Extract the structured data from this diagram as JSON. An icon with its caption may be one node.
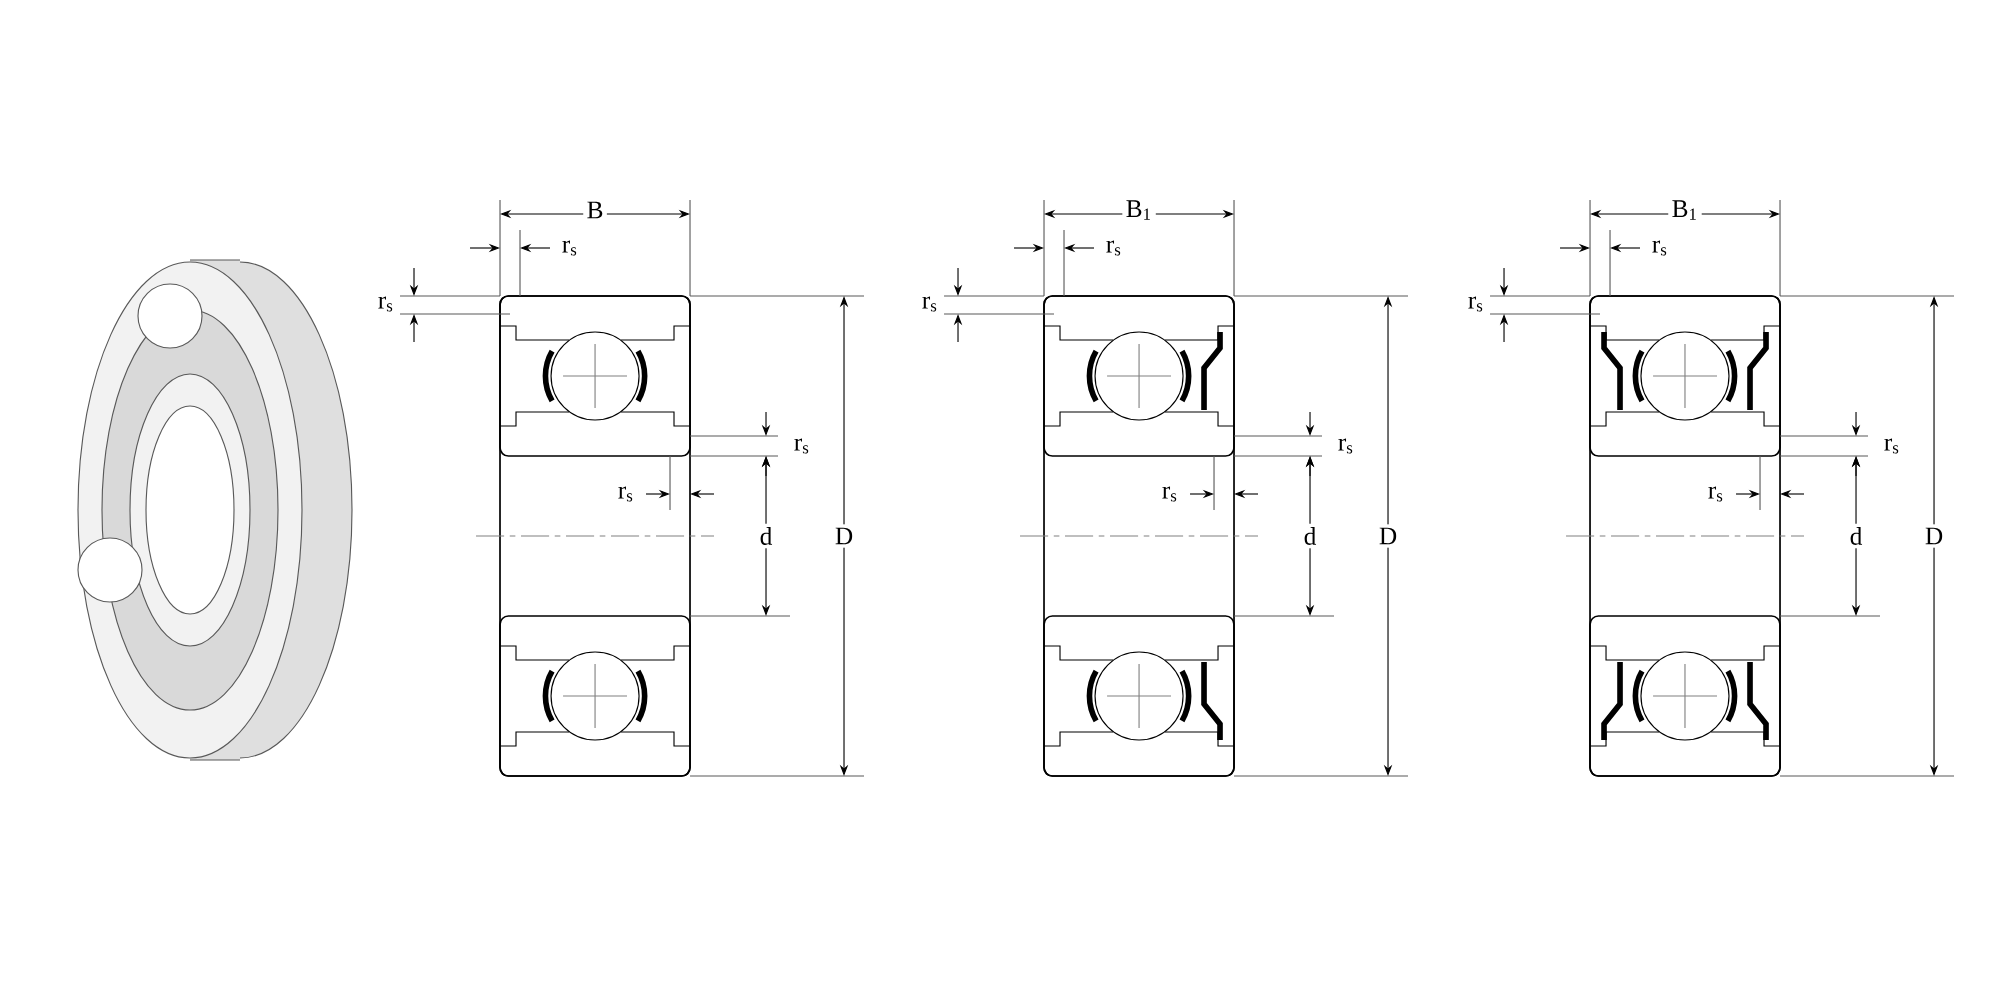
{
  "diagram": {
    "labels": [
      "B",
      "r$_{s}$",
      "r$_{s}$",
      "r$_{s}$",
      "r$_{s}$",
      "d",
      "D",
      "B$_{1}$",
      "r$_{s}$",
      "r$_{s}$",
      "r$_{s}$",
      "r$_{s}$",
      "d",
      "D",
      "B$_{1}$",
      "r$_{s}$",
      "r$_{s}$",
      "r$_{s}$",
      "r$_{s}$",
      "d",
      "D"
    ]
  }
}
